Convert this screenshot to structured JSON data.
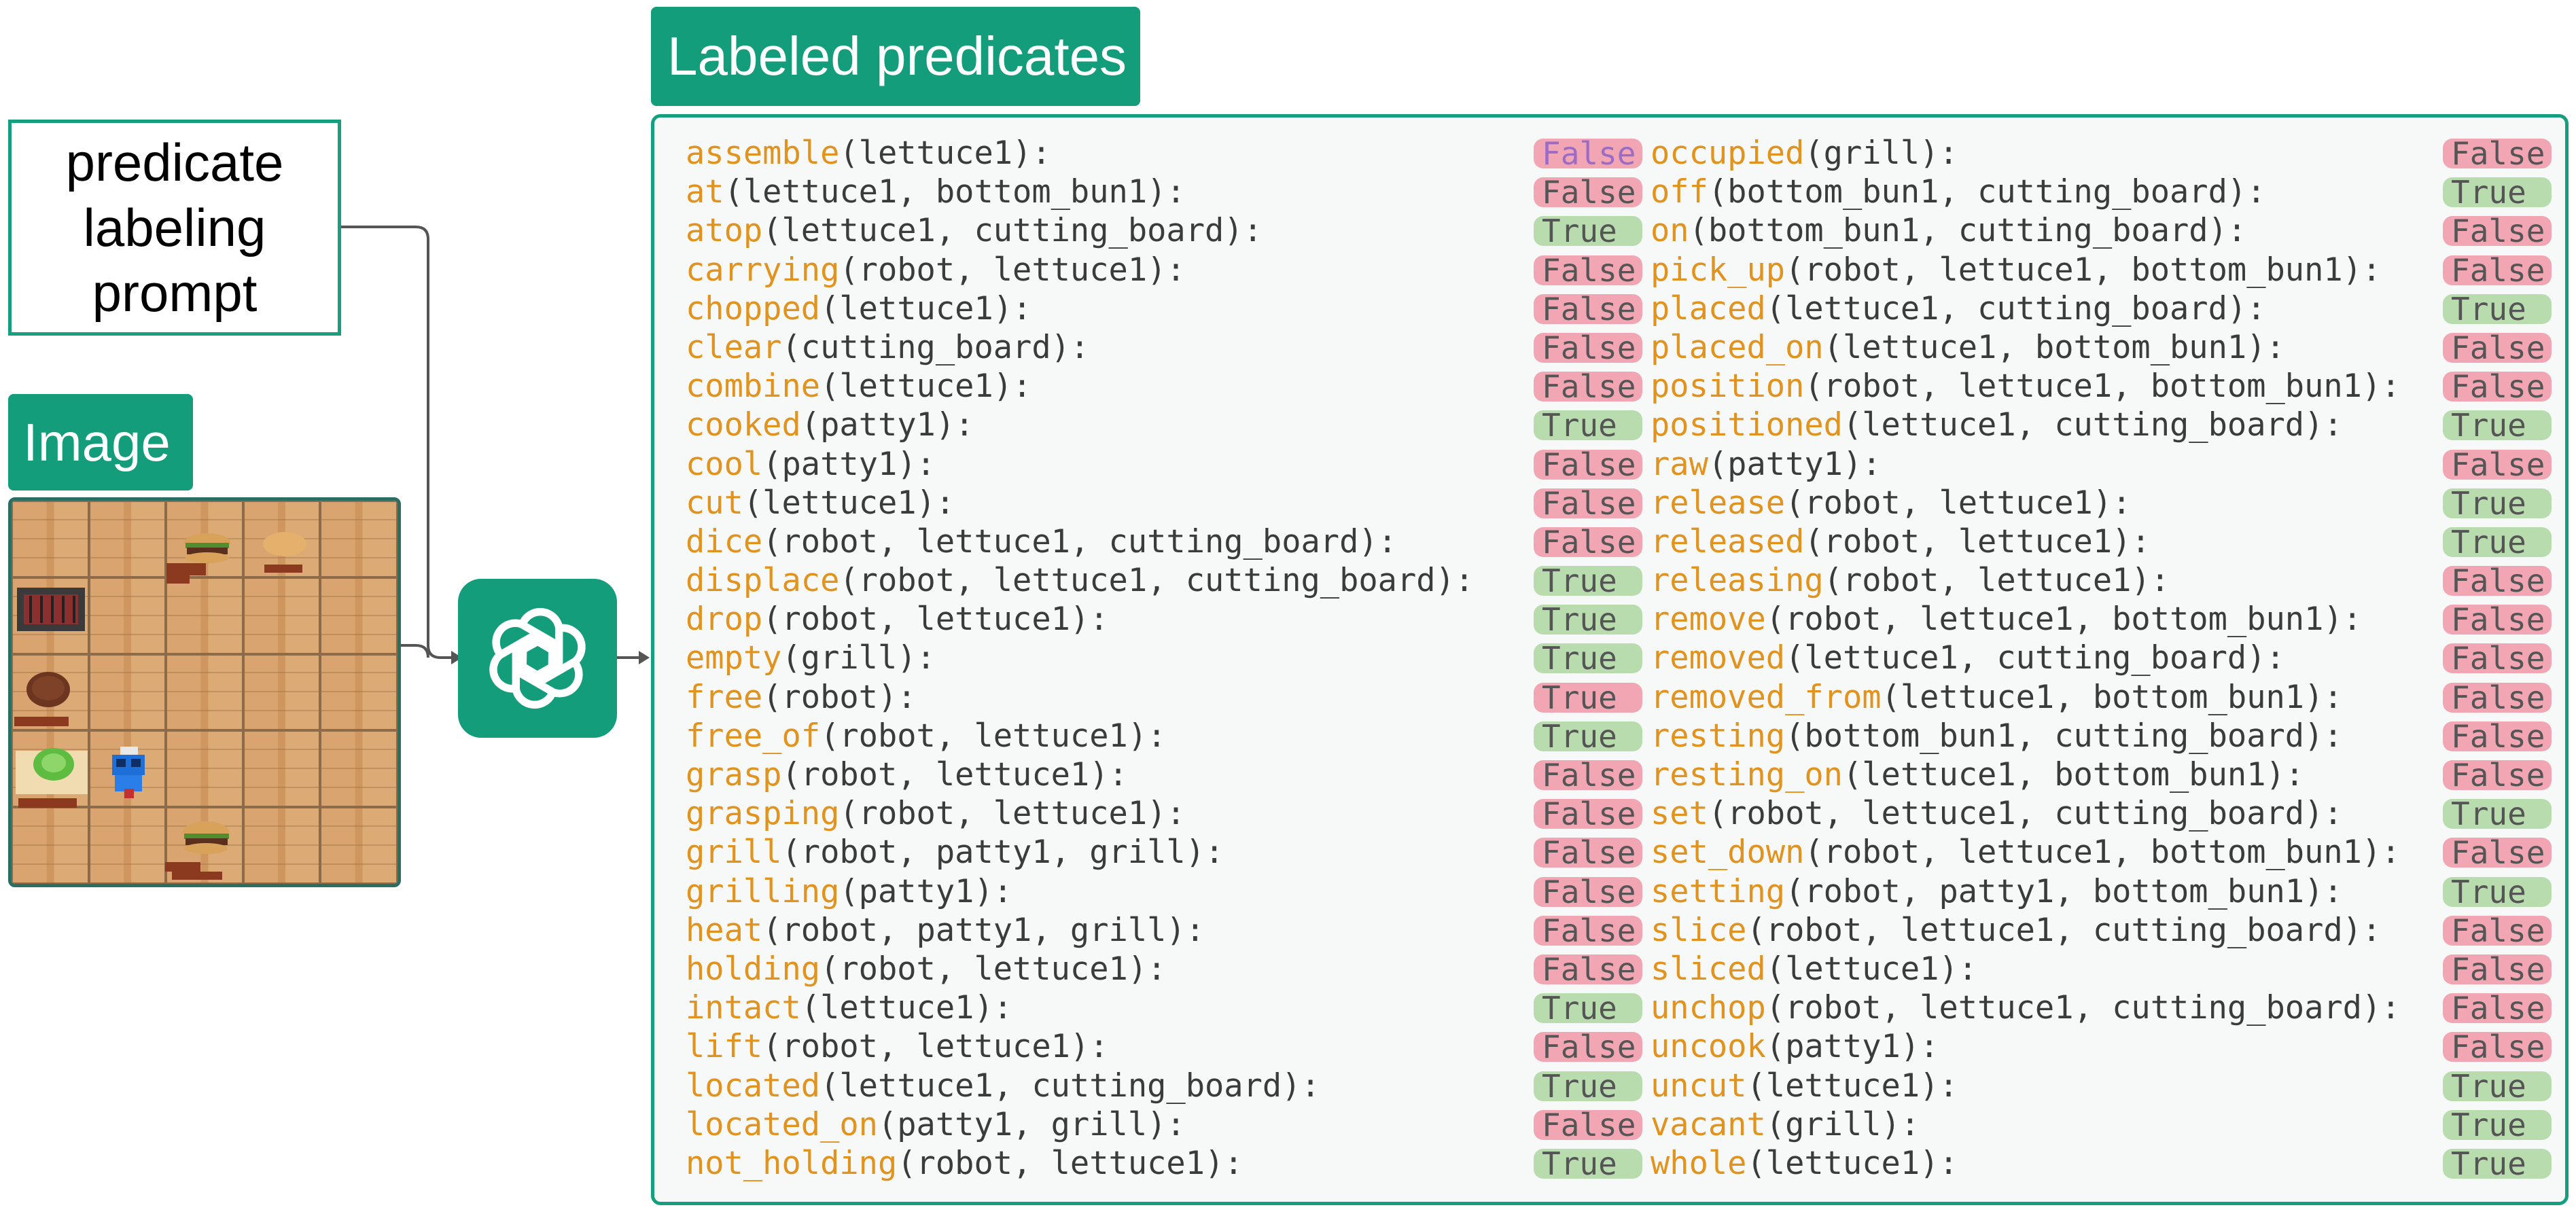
{
  "prompt_box": {
    "text": "predicate\nlabeling\nprompt"
  },
  "image_tag": {
    "label": "Image"
  },
  "labeled_tag": {
    "label": "Labeled predicates"
  },
  "board_objects": [
    "burger",
    "bun",
    "grill",
    "patty",
    "lettuce",
    "robot",
    "burger"
  ],
  "colors": {
    "accent": "#139d7b",
    "predicate": "#e2931d",
    "false_badge": "#f2a6b4",
    "true_badge": "#b8dcae"
  },
  "icons": {
    "model": "openai-logo-icon"
  },
  "left_predicates": [
    {
      "name": "assemble",
      "args": "(lettuce1):",
      "value": "False",
      "style": "purple"
    },
    {
      "name": "at",
      "args": "(lettuce1, bottom_bun1):",
      "value": "False"
    },
    {
      "name": "atop",
      "args": "(lettuce1, cutting_board):",
      "value": "True"
    },
    {
      "name": "carrying",
      "args": "(robot, lettuce1):",
      "value": "False"
    },
    {
      "name": "chopped",
      "args": "(lettuce1):",
      "value": "False"
    },
    {
      "name": "clear",
      "args": "(cutting_board):",
      "value": "False"
    },
    {
      "name": "combine",
      "args": "(lettuce1):",
      "value": "False"
    },
    {
      "name": "cooked",
      "args": "(patty1):",
      "value": "True"
    },
    {
      "name": "cool",
      "args": "(patty1):",
      "value": "False"
    },
    {
      "name": "cut",
      "args": "(lettuce1):",
      "value": "False"
    },
    {
      "name": "dice",
      "args": "(robot, lettuce1, cutting_board):",
      "value": "False"
    },
    {
      "name": "displace",
      "args": "(robot, lettuce1, cutting_board):",
      "value": "True"
    },
    {
      "name": "drop",
      "args": "(robot, lettuce1):",
      "value": "True"
    },
    {
      "name": "empty",
      "args": "(grill):",
      "value": "True"
    },
    {
      "name": "free",
      "args": "(robot):",
      "value": "True",
      "style": "pinkbg"
    },
    {
      "name": "free_of",
      "args": "(robot, lettuce1):",
      "value": "True"
    },
    {
      "name": "grasp",
      "args": "(robot, lettuce1):",
      "value": "False"
    },
    {
      "name": "grasping",
      "args": "(robot, lettuce1):",
      "value": "False"
    },
    {
      "name": "grill",
      "args": "(robot, patty1, grill):",
      "value": "False"
    },
    {
      "name": "grilling",
      "args": "(patty1):",
      "value": "False"
    },
    {
      "name": "heat",
      "args": "(robot, patty1, grill):",
      "value": "False"
    },
    {
      "name": "holding",
      "args": "(robot, lettuce1):",
      "value": "False"
    },
    {
      "name": "intact",
      "args": "(lettuce1):",
      "value": "True"
    },
    {
      "name": "lift",
      "args": "(robot, lettuce1):",
      "value": "False"
    },
    {
      "name": "located",
      "args": "(lettuce1, cutting_board):",
      "value": "True"
    },
    {
      "name": "located_on",
      "args": "(patty1, grill):",
      "value": "False"
    },
    {
      "name": "not_holding",
      "args": "(robot, lettuce1):",
      "value": "True"
    }
  ],
  "right_predicates": [
    {
      "name": "occupied",
      "args": "(grill):",
      "value": "False"
    },
    {
      "name": "off",
      "args": "(bottom_bun1, cutting_board):",
      "value": "True"
    },
    {
      "name": "on",
      "args": "(bottom_bun1, cutting_board):",
      "value": "False"
    },
    {
      "name": "pick_up",
      "args": "(robot, lettuce1, bottom_bun1):",
      "value": "False"
    },
    {
      "name": "placed",
      "args": "(lettuce1, cutting_board):",
      "value": "True"
    },
    {
      "name": "placed_on",
      "args": "(lettuce1, bottom_bun1):",
      "value": "False"
    },
    {
      "name": "position",
      "args": "(robot, lettuce1, bottom_bun1):",
      "value": "False"
    },
    {
      "name": "positioned",
      "args": "(lettuce1, cutting_board):",
      "value": "True"
    },
    {
      "name": "raw",
      "args": "(patty1):",
      "value": "False"
    },
    {
      "name": "release",
      "args": "(robot, lettuce1):",
      "value": "True"
    },
    {
      "name": "released",
      "args": "(robot, lettuce1):",
      "value": "True"
    },
    {
      "name": "releasing",
      "args": "(robot, lettuce1):",
      "value": "False"
    },
    {
      "name": "remove",
      "args": "(robot, lettuce1, bottom_bun1):",
      "value": "False"
    },
    {
      "name": "removed",
      "args": "(lettuce1, cutting_board):",
      "value": "False"
    },
    {
      "name": "removed_from",
      "args": "(lettuce1, bottom_bun1):",
      "value": "False"
    },
    {
      "name": "resting",
      "args": "(bottom_bun1, cutting_board):",
      "value": "False"
    },
    {
      "name": "resting_on",
      "args": "(lettuce1, bottom_bun1):",
      "value": "False"
    },
    {
      "name": "set",
      "args": "(robot, lettuce1, cutting_board):",
      "value": "True"
    },
    {
      "name": "set_down",
      "args": "(robot, lettuce1, bottom_bun1):",
      "value": "False"
    },
    {
      "name": "setting",
      "args": "(robot, patty1, bottom_bun1):",
      "value": "True"
    },
    {
      "name": "slice",
      "args": "(robot, lettuce1, cutting_board):",
      "value": "False"
    },
    {
      "name": "sliced",
      "args": "(lettuce1):",
      "value": "False"
    },
    {
      "name": "unchop",
      "args": "(robot, lettuce1, cutting_board):",
      "value": "False"
    },
    {
      "name": "uncook",
      "args": "(patty1):",
      "value": "False"
    },
    {
      "name": "uncut",
      "args": "(lettuce1):",
      "value": "True"
    },
    {
      "name": "vacant",
      "args": "(grill):",
      "value": "True"
    },
    {
      "name": "whole",
      "args": "(lettuce1):",
      "value": "True"
    }
  ]
}
